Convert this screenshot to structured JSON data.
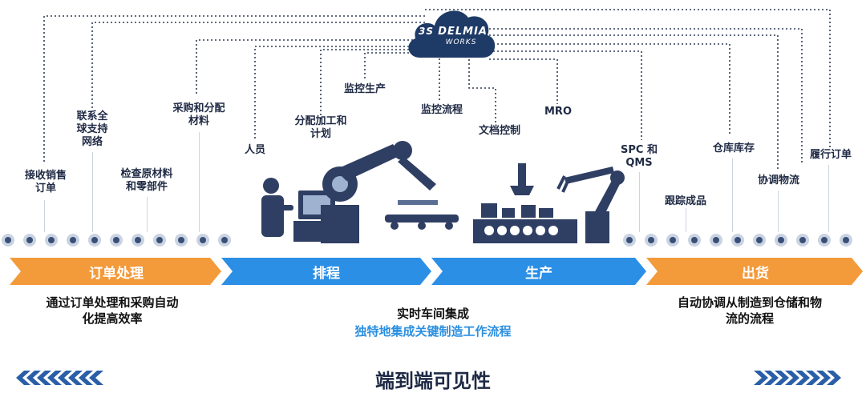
{
  "cloud": {
    "brand": "DELMIA",
    "sub": "WORKS"
  },
  "labels": {
    "receive_order": "接收销售\n订单",
    "global_support": "联系全\n球支持\n网络",
    "check_materials": "检查原材料\n和零部件",
    "purchase": "采购和分配\n材料",
    "people": "人员",
    "assign_work": "分配加工和\n计划",
    "monitor_production": "监控生产",
    "monitor_process": "监控流程",
    "doc_control": "文档控制",
    "mro": "MRO",
    "spc_qms": "SPC 和\nQMS",
    "track_goods": "跟踪成品",
    "warehouse": "仓库库存",
    "logistics": "协调物流",
    "fulfill_order": "履行订单"
  },
  "stages": [
    "订单处理",
    "排程",
    "生产",
    "出货"
  ],
  "descriptions": {
    "left": "通过订单处理和采购自动\n化提高效率",
    "center_top": "实时车间集成",
    "center_bottom": "独特地集成关键制造工作流程",
    "right": "自动协调从制造到仓储和物\n流的流程"
  },
  "footer": "端到端可见性",
  "colors": {
    "orange": "#f39a3a",
    "blue": "#1f8ee6",
    "navy": "#2a3a5c",
    "accent_text": "#2b8fe0"
  }
}
